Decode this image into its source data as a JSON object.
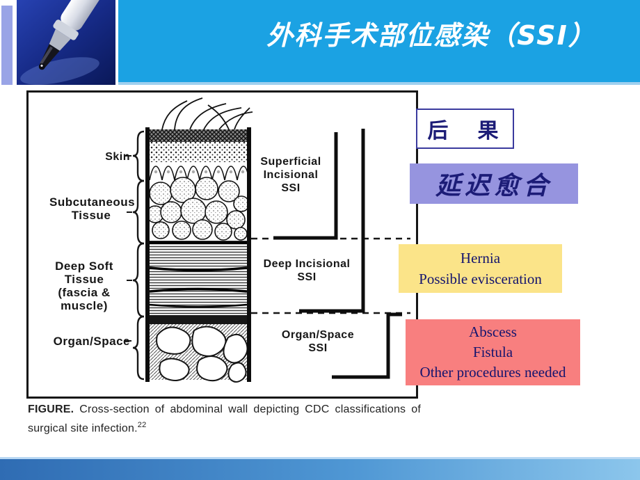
{
  "header": {
    "title": "外科手术部位感染（SSI）"
  },
  "figure": {
    "left_labels": [
      {
        "text": "Skin"
      },
      {
        "text": "Subcutaneous\nTissue"
      },
      {
        "text": "Deep Soft Tissue\n(fascia & muscle)"
      },
      {
        "text": "Organ/Space"
      }
    ],
    "right_labels": [
      {
        "text": "Superficial\nIncisional\nSSI"
      },
      {
        "text": "Deep Incisional\nSSI"
      },
      {
        "text": "Organ/Space\nSSI"
      }
    ],
    "caption": {
      "label": "FIGURE.",
      "line1": "Cross-section of abdominal wall depicting CDC classifications of",
      "line2": "surgical site infection.",
      "ref": "22"
    }
  },
  "callouts": {
    "consequence_title": "后　果",
    "delayed_healing": "延迟愈合",
    "hernia": {
      "lines": [
        "Hernia",
        "Possible evisceration"
      ]
    },
    "abscess": {
      "lines": [
        "Abscess",
        "Fistula",
        "Other procedures needed"
      ]
    }
  },
  "colors": {
    "header_blue": "#1ba2e3",
    "header_accent_line": "#9fd0ef",
    "left_accent_strip": "#99a4e6",
    "consequence_border": "#3a3a9e",
    "purple_box": "#9694df",
    "yellow_box": "#fbe489",
    "red_box": "#f87f7f",
    "navy_text": "#14146e",
    "footer_blue": "#4f97d4"
  }
}
